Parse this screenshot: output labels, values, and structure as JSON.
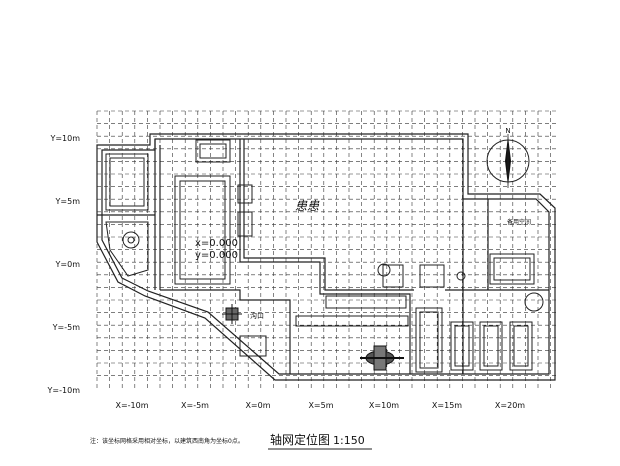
{
  "drawing": {
    "title": "轴网定位图",
    "scale": "1:150",
    "note": "注：该坐标网格采用相对坐标，以建筑西南角为坐标0点。",
    "room_label": "患患",
    "origin_x": "x=0.000",
    "origin_y": "y=0.000",
    "small_label_left": "沟口",
    "small_label_right": "备用空间",
    "north_label": "N"
  },
  "axes": {
    "x_ticks": [
      {
        "value": -10,
        "label": "X=-10m"
      },
      {
        "value": -5,
        "label": "X=-5m"
      },
      {
        "value": 0,
        "label": "X=0m"
      },
      {
        "value": 5,
        "label": "X=5m"
      },
      {
        "value": 10,
        "label": "X=10m"
      },
      {
        "value": 15,
        "label": "X=15m"
      },
      {
        "value": 20,
        "label": "X=20m"
      }
    ],
    "y_ticks": [
      {
        "value": 10,
        "label": "Y=10m"
      },
      {
        "value": 5,
        "label": "Y=5m"
      },
      {
        "value": 0,
        "label": "Y=0m"
      },
      {
        "value": -5,
        "label": "Y=-5m"
      },
      {
        "value": -10,
        "label": "Y=-10m"
      }
    ]
  },
  "colors": {
    "line": "#222222",
    "grid": "#333333",
    "background": "#ffffff"
  }
}
